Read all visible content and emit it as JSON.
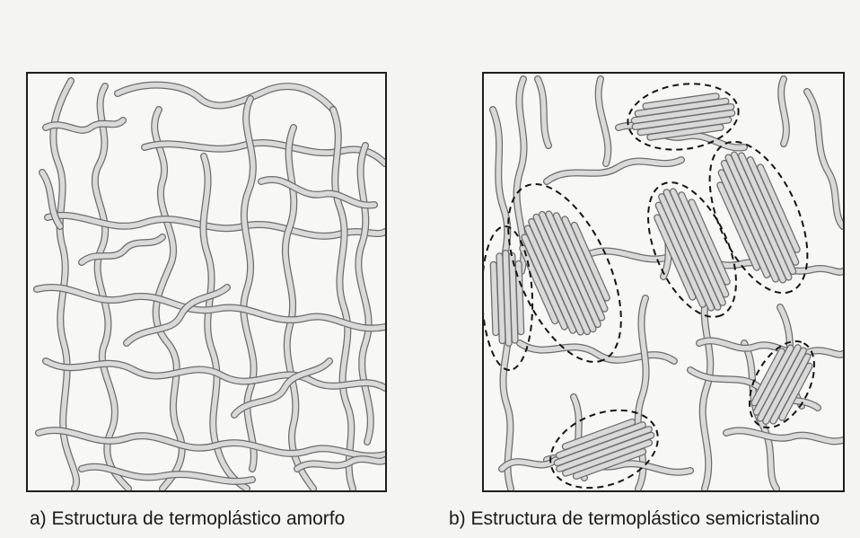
{
  "figure": {
    "panels": [
      {
        "id": "a",
        "caption": "a) Estructura de termoplástico amorfo",
        "crystalline_regions": 0
      },
      {
        "id": "b",
        "caption": "b) Estructura de termoplástico semicristalino",
        "crystalline_regions": 7
      }
    ],
    "colors": {
      "chain_fill": "#d9d9d9",
      "chain_outline": "#6c6c6c",
      "region_outline": "#141414",
      "frame": "#1e1e1e"
    }
  }
}
